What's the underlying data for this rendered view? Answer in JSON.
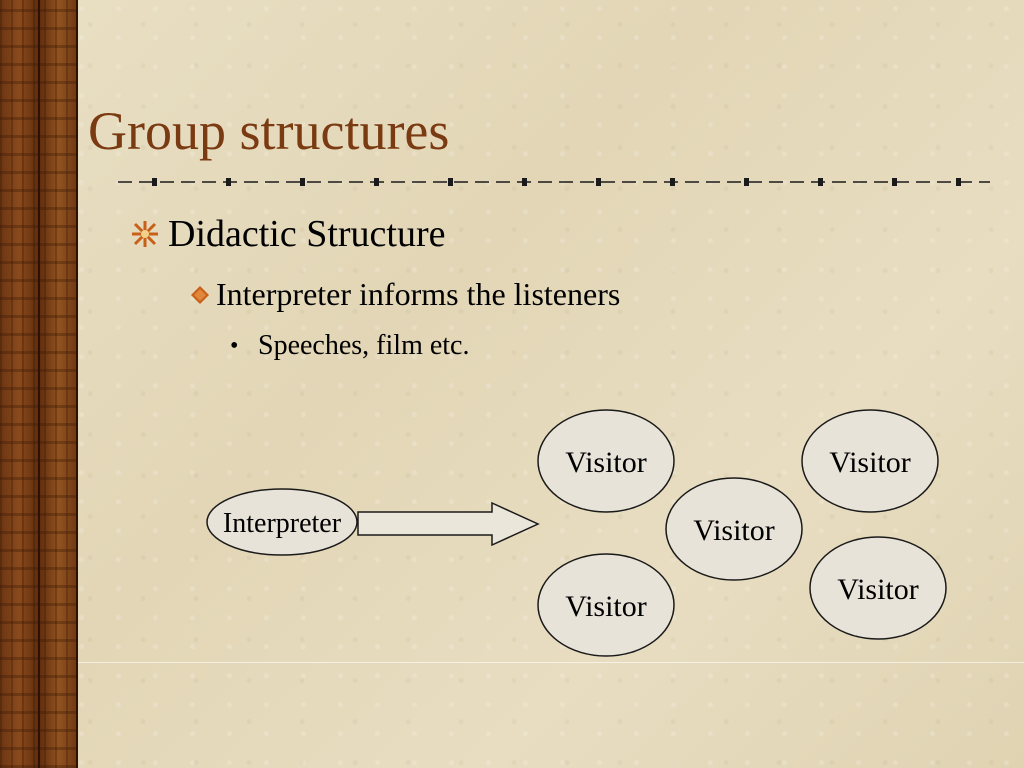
{
  "slide": {
    "title": "Group structures",
    "bullets": {
      "level1": "Didactic Structure",
      "level2": "Interpreter informs the listeners",
      "level3": "Speeches, film etc."
    }
  },
  "diagram": {
    "source_label": "Interpreter",
    "visitor_labels": [
      "Visitor",
      "Visitor",
      "Visitor",
      "Visitor",
      "Visitor"
    ]
  },
  "colors": {
    "title": "#7a3a12",
    "node_fill": "#e8e3d8",
    "bullet_accent": "#c8601a"
  },
  "icons": {
    "level1_bullet": "star-burst-icon",
    "level2_bullet": "diamond-icon",
    "level3_bullet": "dot"
  }
}
